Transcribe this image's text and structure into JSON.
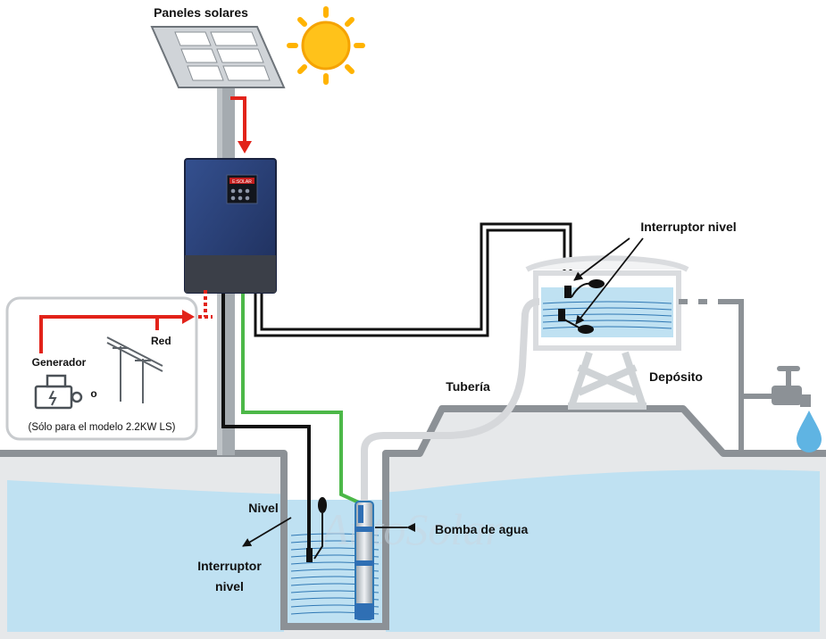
{
  "labels": {
    "solar_panels": "Paneles solares",
    "level_switch_tank": "Interruptor nivel",
    "grid": "Red",
    "generator": "Generador",
    "or": "o",
    "model_note": "(Sólo para el modelo 2.2KW LS)",
    "pipe": "Tubería",
    "tank": "Depósito",
    "level": "Nivel",
    "water_pump": "Bomba de agua",
    "level_switch_well_line1": "Interruptor",
    "level_switch_well_line2": "nivel"
  },
  "inverter_display": "E:SOLAR",
  "watermark": "AutoSolar",
  "colors": {
    "power_arrow": "#e2231a",
    "cable_green": "#4cb848",
    "cable_black": "#111111",
    "water": "#bfe1f2",
    "ground": "#e6e8ea",
    "wall": "#8c9196",
    "inverter": "#2a3d70",
    "sun": "#ffc21a"
  }
}
